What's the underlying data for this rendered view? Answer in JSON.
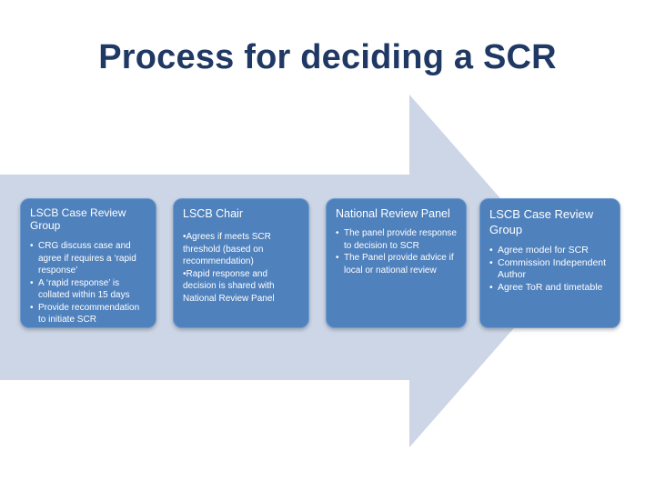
{
  "title": "Process for deciding a SCR",
  "colors": {
    "title": "#1f3864",
    "box": "#4f81bd",
    "arrow": "#cdd6e6"
  },
  "boxes": [
    {
      "title": "LSCB Case Review Group",
      "items": [
        "CRG discuss case and agree if requires a ‘rapid response’",
        "A ‘rapid response’ is collated within 15 days",
        "Provide recommendation to initiate SCR"
      ]
    },
    {
      "title": "LSCB Chair",
      "items": [
        "•Agrees if meets SCR threshold (based on recommendation)",
        "•Rapid response and decision is shared with National Review Panel"
      ]
    },
    {
      "title": "National Review Panel",
      "items": [
        "The panel provide response to decision to SCR",
        "The Panel provide advice if local or national review"
      ]
    },
    {
      "title": "LSCB Case Review Group",
      "items": [
        "Agree model for SCR",
        "Commission Independent Author",
        "Agree ToR and timetable"
      ]
    }
  ]
}
